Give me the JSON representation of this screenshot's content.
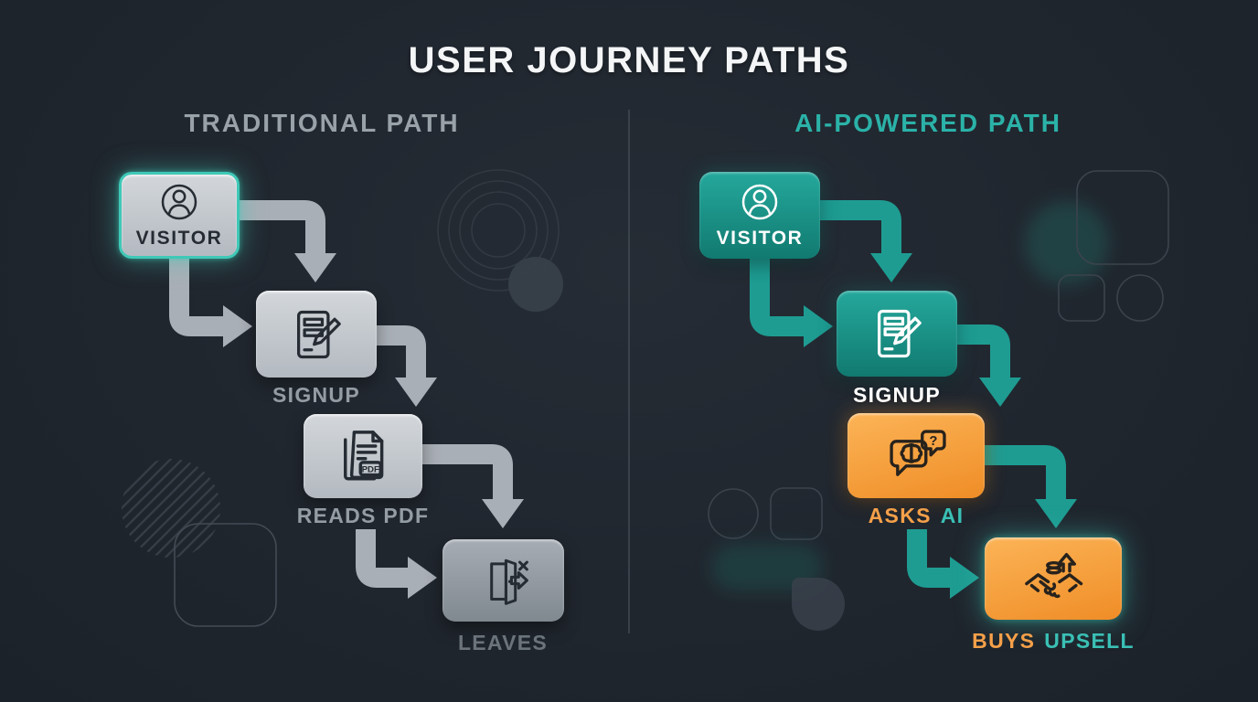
{
  "title": "USER JOURNEY PATHS",
  "left_path": {
    "header": "TRADITIONAL PATH",
    "nodes": {
      "visitor": {
        "label": "VISITOR",
        "icon": "user-icon"
      },
      "signup": {
        "label": "SIGNUP",
        "icon": "form-pencil-icon"
      },
      "reads_pdf": {
        "label": "READS PDF",
        "icon": "pdf-document-icon",
        "badge": "PDF"
      },
      "leaves": {
        "label": "LEAVES",
        "icon": "exit-door-icon"
      }
    }
  },
  "right_path": {
    "header": "AI-POWERED PATH",
    "nodes": {
      "visitor": {
        "label": "VISITOR",
        "icon": "user-icon"
      },
      "signup": {
        "label": "SIGNUP",
        "icon": "form-pencil-icon"
      },
      "asks_ai": {
        "label_primary": "ASKS",
        "label_secondary": "AI",
        "icon": "ai-chat-icon",
        "bubble_text": "?"
      },
      "buys_upsell": {
        "label_primary": "BUYS",
        "label_secondary": "UPSELL",
        "icon": "handshake-growth-icon"
      }
    }
  },
  "colors": {
    "background": "#20262e",
    "teal_box": "#1b9a90",
    "teal_accent": "#3ac0b5",
    "orange_box": "#f79a36",
    "orange_accent": "#f5a049",
    "gray_box": "#c3c9ce",
    "gray_arrow": "#a9afb6",
    "title_text": "#f3f5f6",
    "muted_text": "#949ca4"
  }
}
